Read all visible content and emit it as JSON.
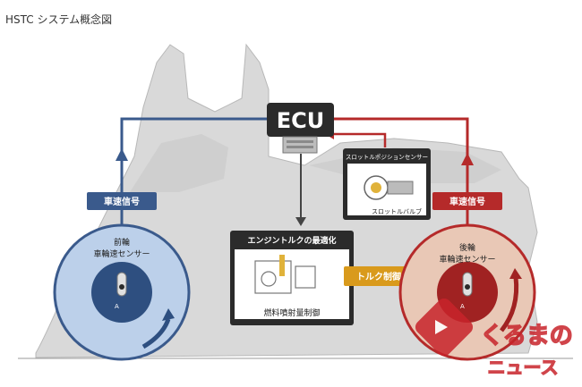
{
  "title": "HSTC システム概念図",
  "ecu_label": "ECU",
  "front": {
    "badge": "車速信号",
    "sensor_line1": "前輪",
    "sensor_line2": "車輪速センサー"
  },
  "rear": {
    "badge": "車速信号",
    "sensor_line1": "後輪",
    "sensor_line2": "車輪速センサー"
  },
  "throttle_sensor": {
    "title": "スロットルポジションセンサー",
    "caption": "スロットルバルブ"
  },
  "engine_box": {
    "title": "エンジントルクの最適化",
    "caption": "燃料噴射量制御"
  },
  "torque_badge": "トルク制御",
  "watermark": {
    "top": "くるまの",
    "bottom": "ニュース"
  },
  "colors": {
    "front_signal": "#3a5a8c",
    "rear_signal": "#b52a2a",
    "torque": "#d99a1c",
    "dark_box": "#2b2b2b",
    "silhouette": "#d9d9d9"
  }
}
